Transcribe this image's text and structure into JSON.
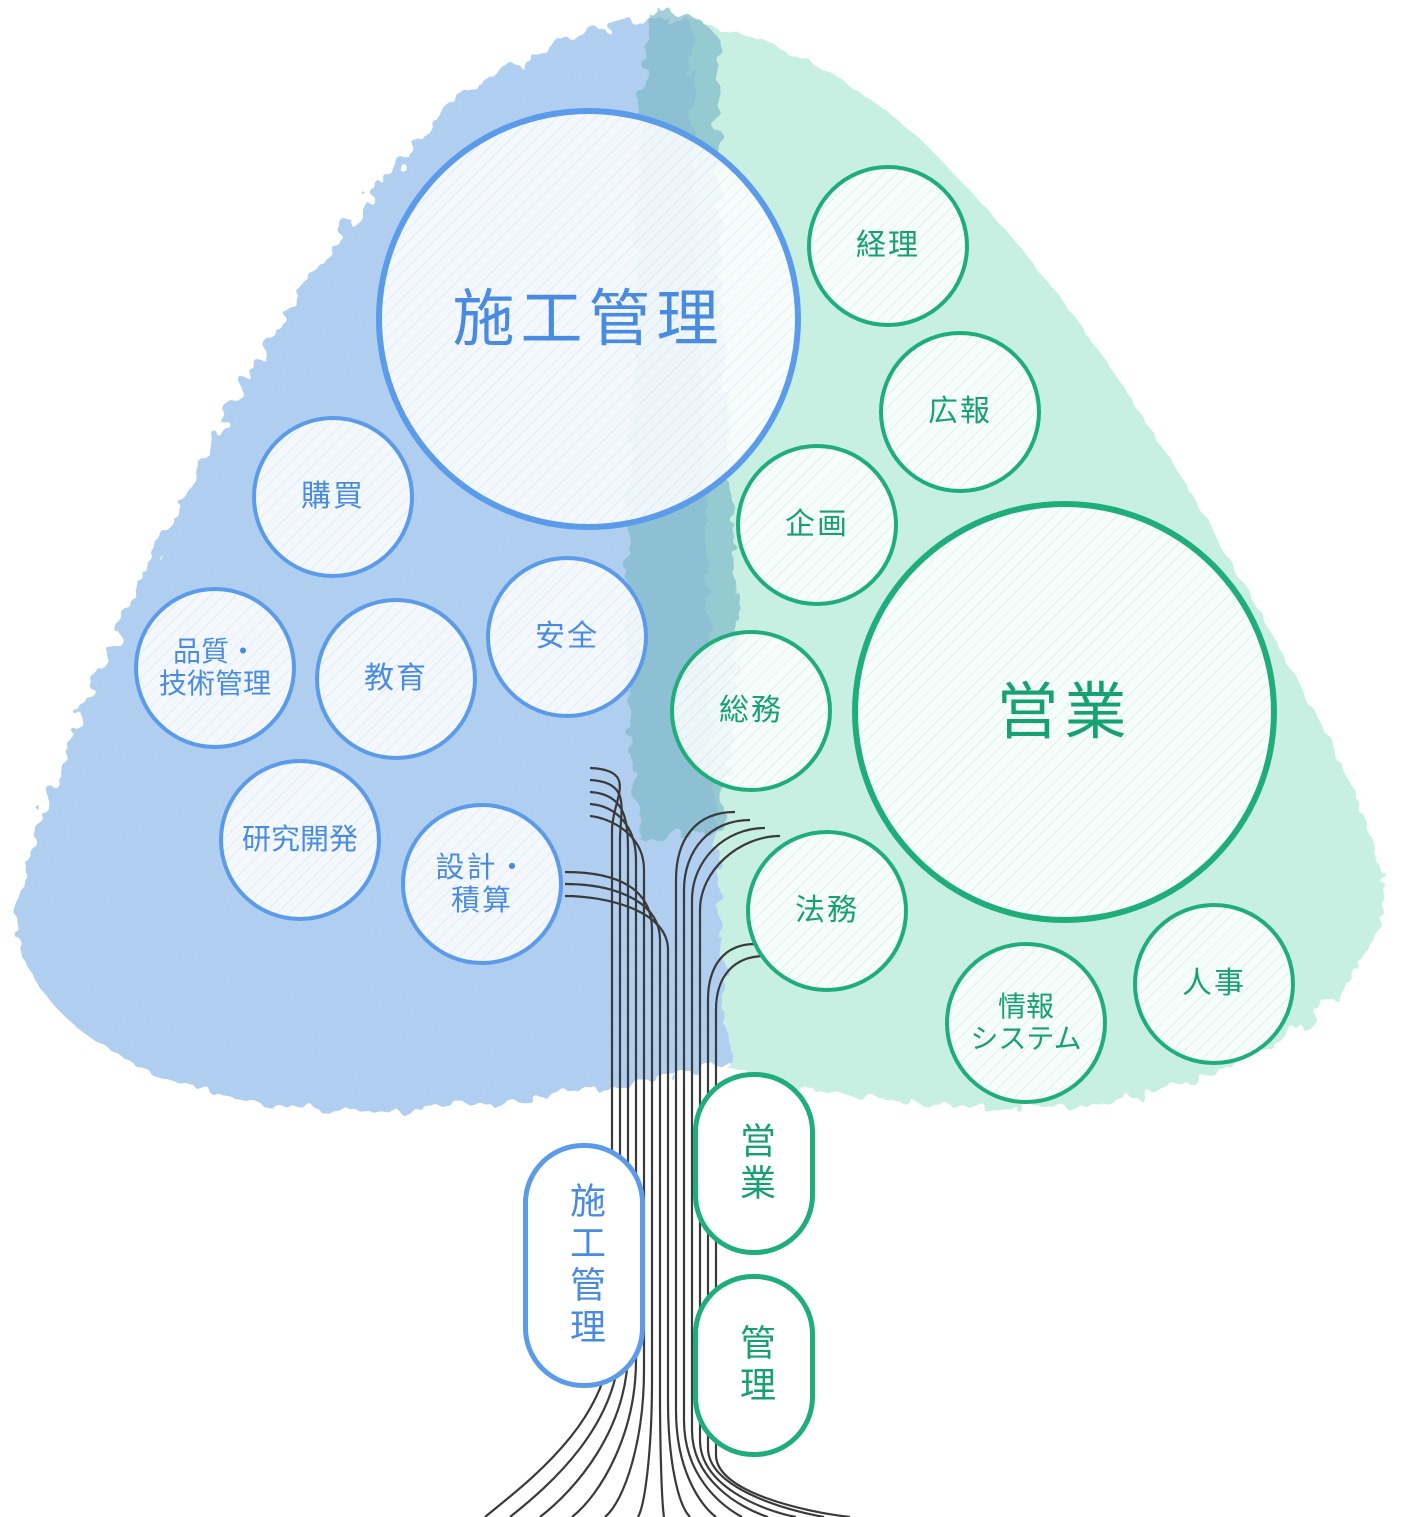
{
  "departments": {
    "construction": {
      "title": "施工管理",
      "items": [
        "購買",
        "品質・\n技術管理",
        "教育",
        "安全",
        "研究開発",
        "設計・\n積算"
      ]
    },
    "sales": {
      "title": "営業",
      "items": [
        "経理",
        "広報",
        "企画",
        "総務",
        "法務",
        "情報\nシステム",
        "人事"
      ]
    }
  },
  "trunk": {
    "labels": [
      "施工管理",
      "営業",
      "管理"
    ]
  },
  "colors": {
    "blue": "#5b9bea",
    "green": "#1fae7a",
    "blue_wash": "#b4d1f2",
    "green_wash": "#c8f0e2"
  }
}
